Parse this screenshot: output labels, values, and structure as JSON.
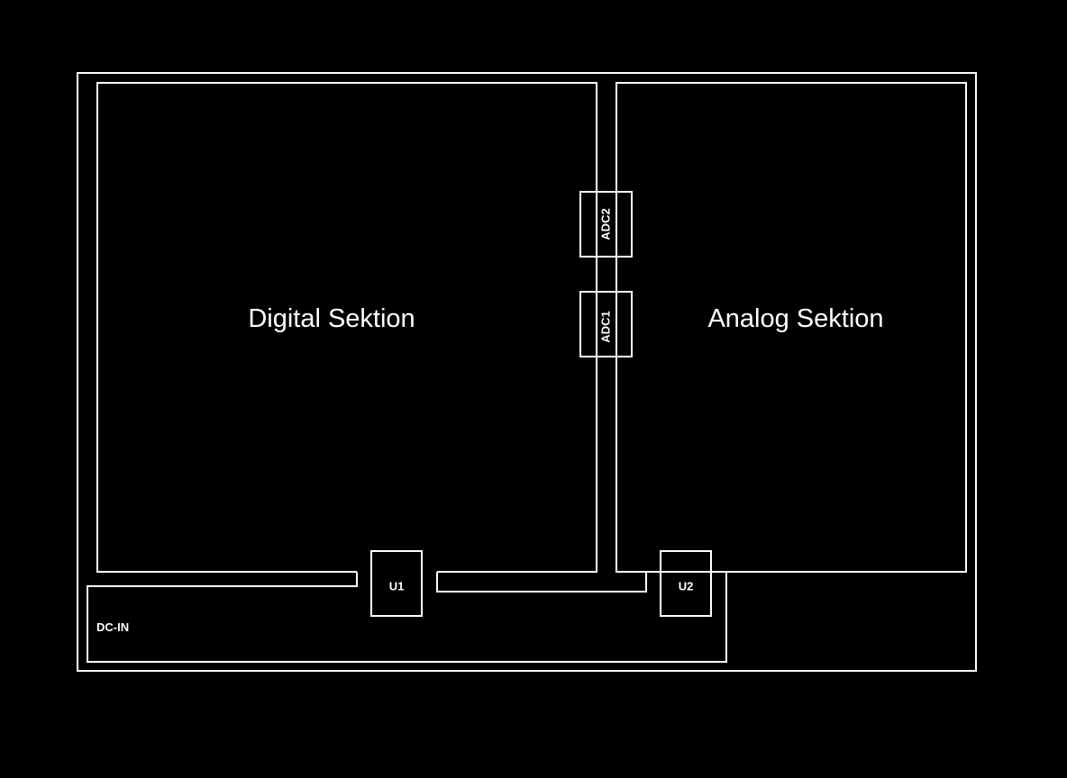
{
  "background_color": "#000000",
  "line_color": "#ffffff",
  "sections": {
    "digital": "Digital Sektion",
    "analog": "Analog Sektion"
  },
  "power": {
    "label": "DC-IN"
  },
  "components": {
    "adc2": "ADC2",
    "adc1": "ADC1",
    "u1": "U1",
    "u2": "U2"
  }
}
